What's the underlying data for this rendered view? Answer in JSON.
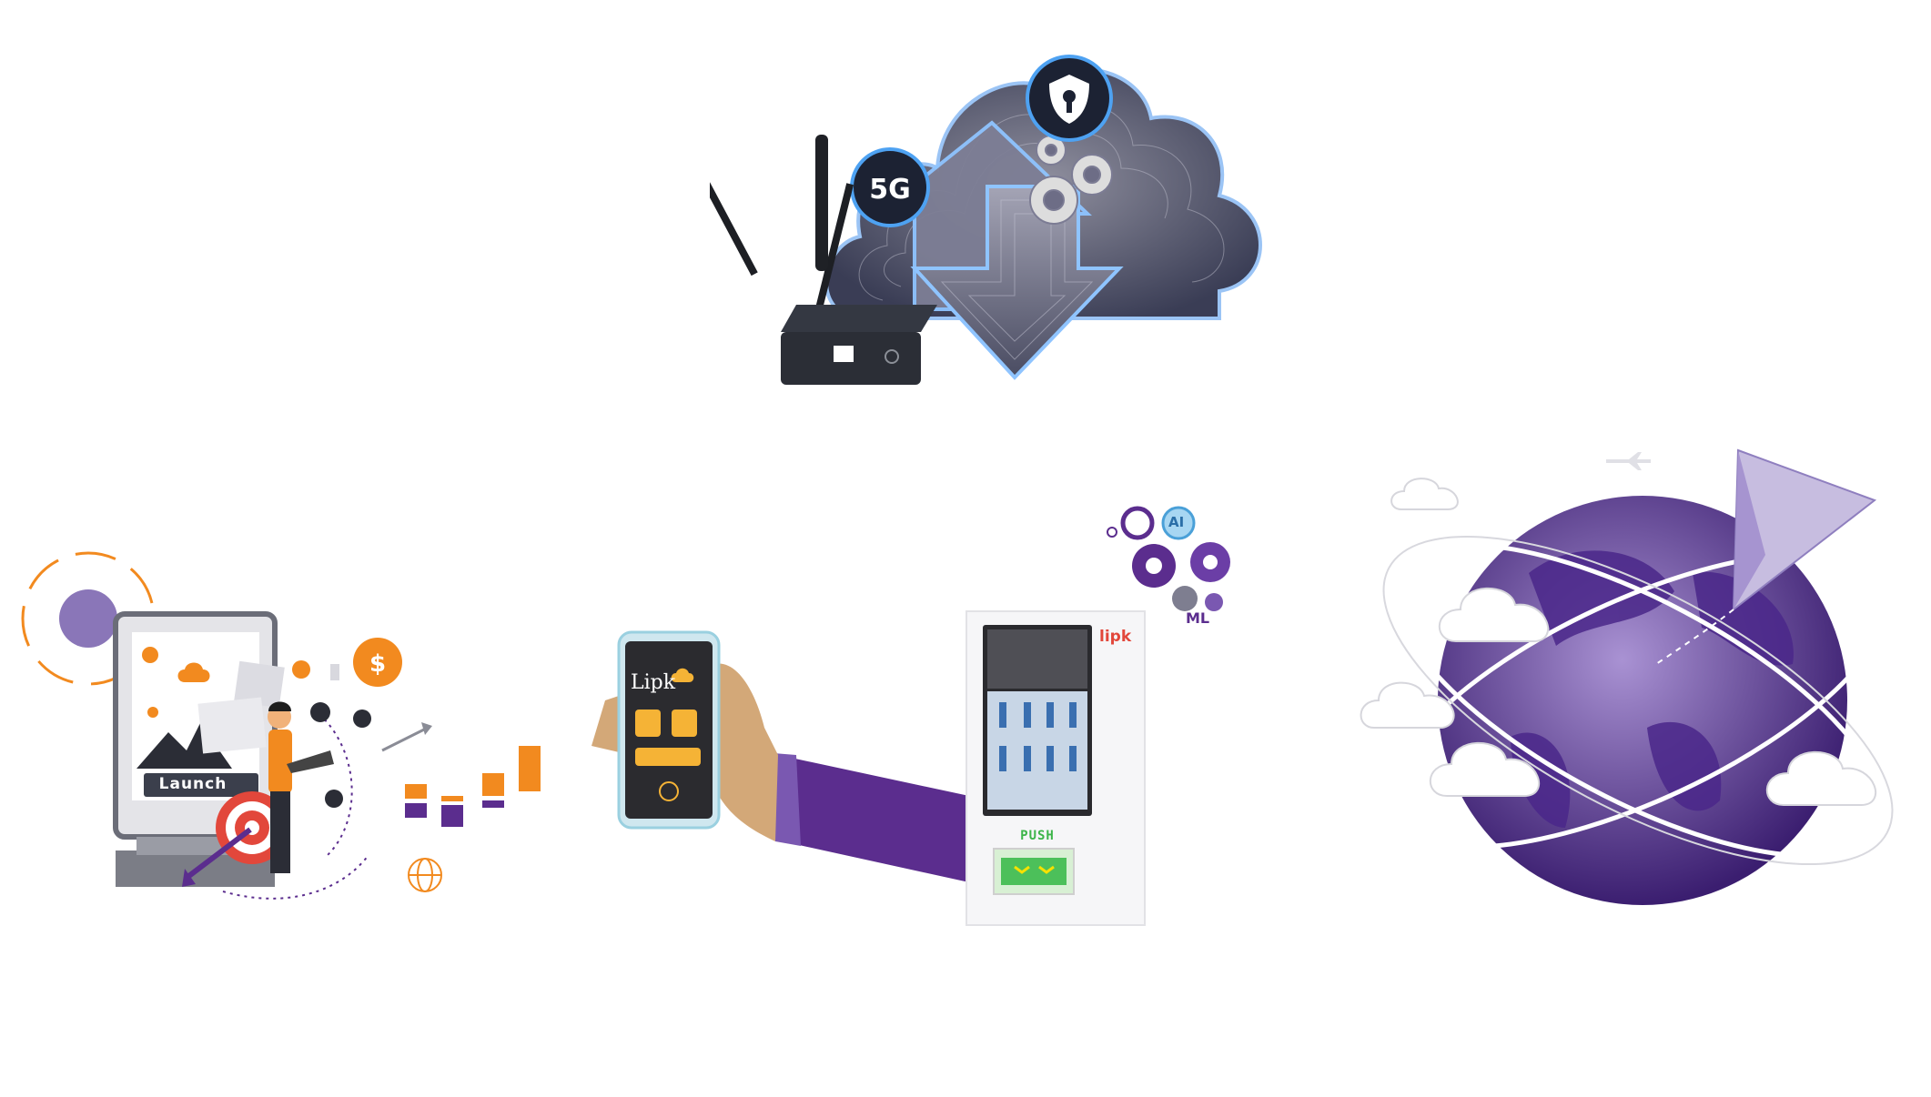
{
  "cloud_group": {
    "badge_5g": "5G"
  },
  "marketing_group": {
    "billboard_button": "Launch"
  },
  "ai_group": {
    "ai_label": "AI",
    "ml_label": "ML"
  },
  "phone_group": {
    "app_logo": "Lipk"
  },
  "vending_group": {
    "brand": "lipk",
    "push_label": "PUSH"
  },
  "colors": {
    "purple": "#5b2d8e",
    "orange": "#f28a1f",
    "navy": "#1f2a44",
    "green": "#3db54a"
  }
}
